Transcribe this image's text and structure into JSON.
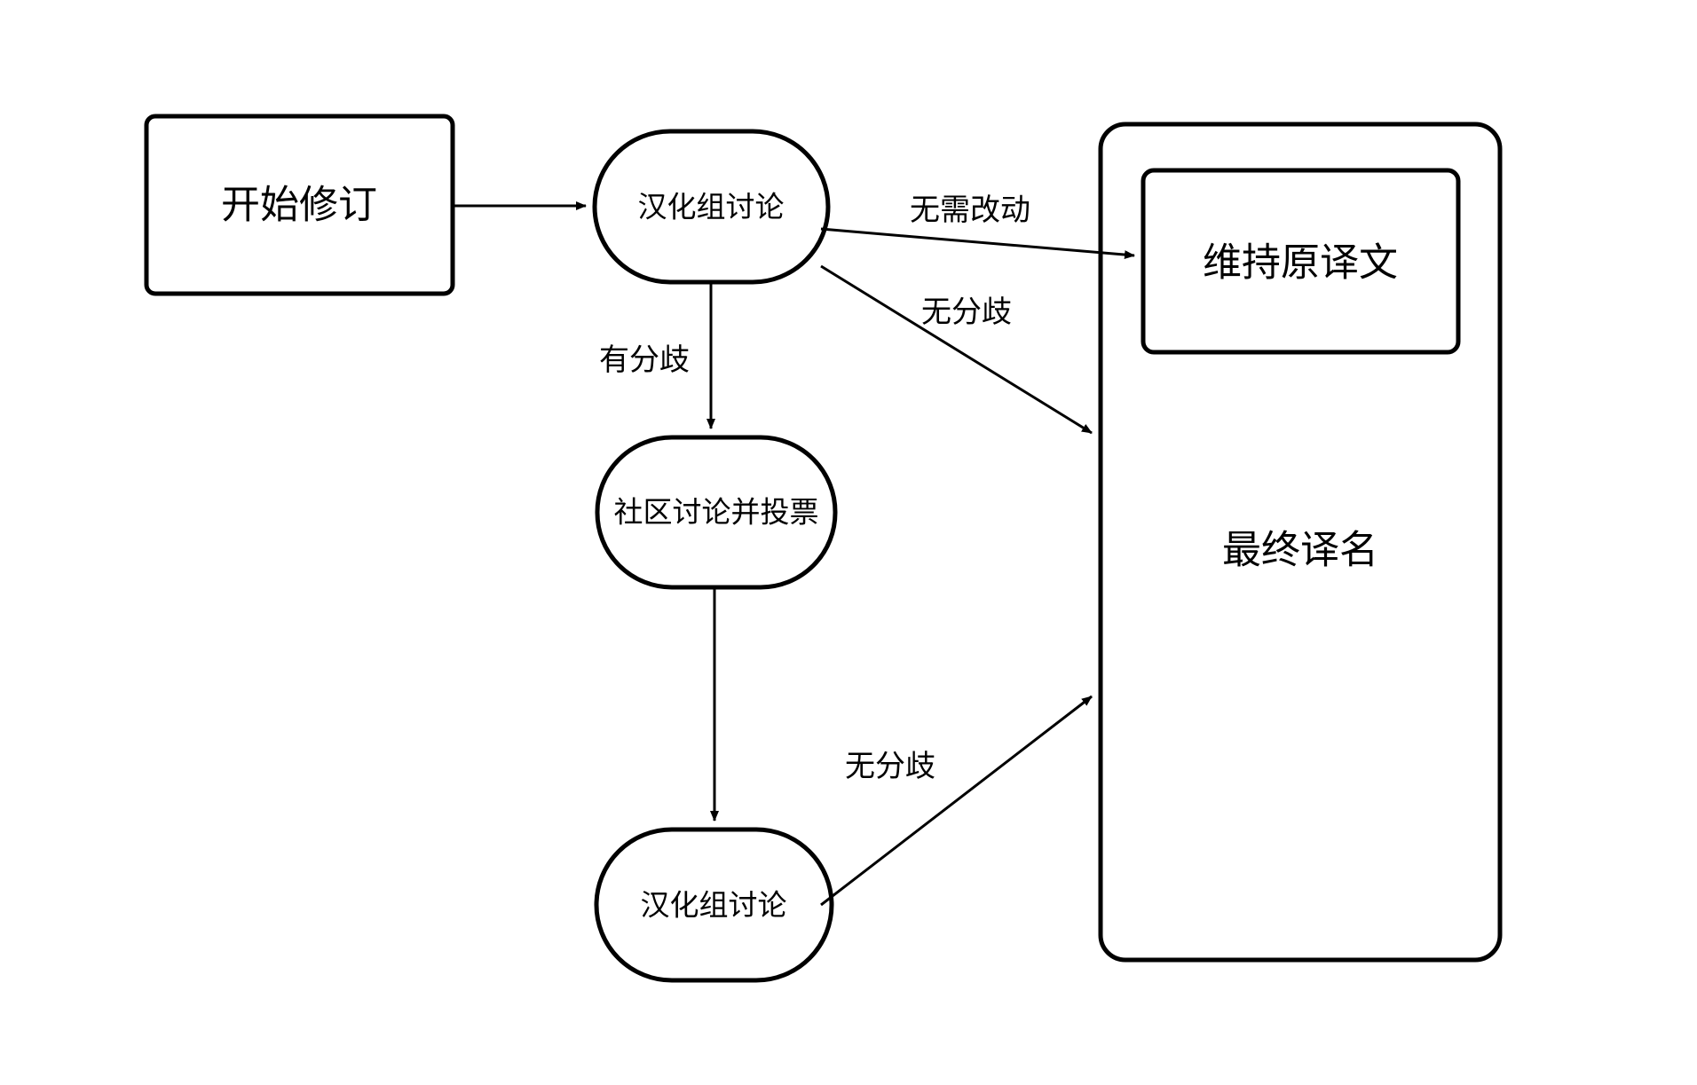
{
  "diagram": {
    "type": "flowchart",
    "direction": "left-to-right",
    "background_color": "#ffffff",
    "stroke_color": "#000000",
    "nodes": [
      {
        "id": "start",
        "label": "开始修订",
        "shape": "rounded-rectangle"
      },
      {
        "id": "group1",
        "label": "汉化组讨论",
        "shape": "stadium"
      },
      {
        "id": "community",
        "label": "社区讨论并投票",
        "shape": "stadium"
      },
      {
        "id": "group2",
        "label": "汉化组讨论",
        "shape": "stadium"
      },
      {
        "id": "keep",
        "label": "维持原译文",
        "shape": "rounded-rectangle"
      },
      {
        "id": "final",
        "label": "最终译名",
        "shape": "container"
      }
    ],
    "edges": [
      {
        "id": "e1",
        "from": "start",
        "to": "group1",
        "label": ""
      },
      {
        "id": "e2",
        "from": "group1",
        "to": "keep",
        "label": "无需改动"
      },
      {
        "id": "e3",
        "from": "group1",
        "to": "final",
        "label": "无分歧"
      },
      {
        "id": "e4",
        "from": "group1",
        "to": "community",
        "label": "有分歧"
      },
      {
        "id": "e5",
        "from": "community",
        "to": "group2",
        "label": ""
      },
      {
        "id": "e6",
        "from": "group2",
        "to": "final",
        "label": "无分歧"
      }
    ]
  }
}
